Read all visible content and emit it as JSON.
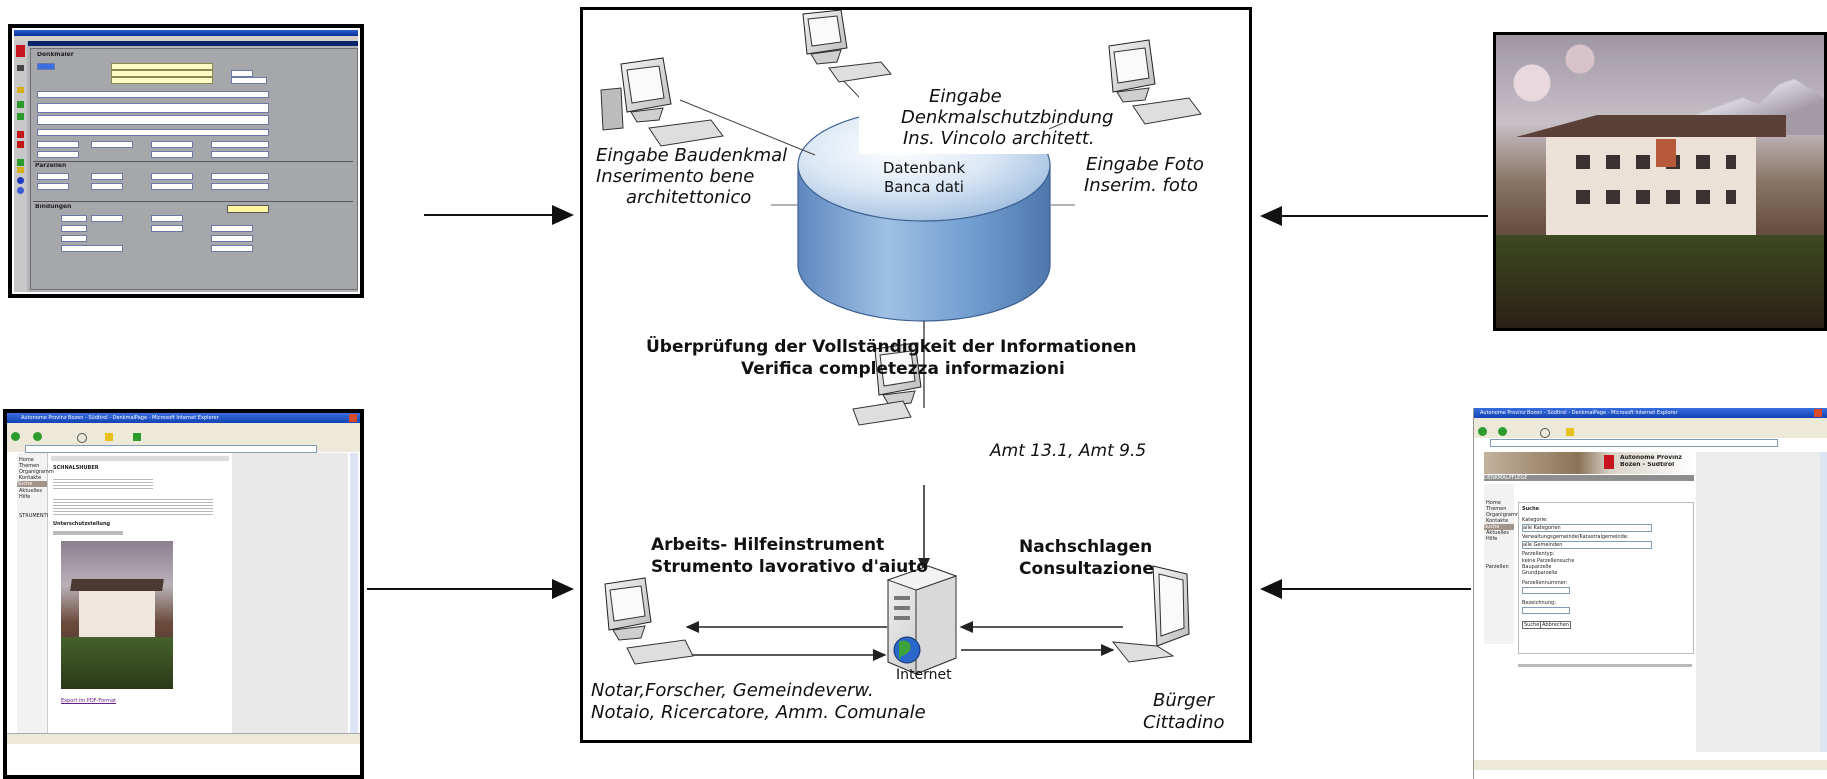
{
  "diagram": {
    "database": {
      "line1": "Datenbank",
      "line2": "Banca dati"
    },
    "inputs": {
      "monument": {
        "line1": "Eingabe Baudenkmal",
        "line2": "Inserimento bene",
        "line3": "architettonico"
      },
      "protection": {
        "line1": "Eingabe",
        "line2": "Denkmalschutzbindung",
        "line3": "Ins. Vincolo architett."
      },
      "photo": {
        "line1": "Eingabe Foto",
        "line2": "Inserim. foto"
      }
    },
    "check": {
      "line1": "Überprüfung der Vollständigkeit der Informationen",
      "line2": "Verifica completezza informazioni"
    },
    "office": "Amt 13.1, Amt 9.5",
    "tool": {
      "line1": "Arbeits- Hilfeinstrument",
      "line2": "Strumento lavorativo d'aiuto"
    },
    "lookup": {
      "line1": "Nachschlagen",
      "line2": "Consultazione"
    },
    "server": "Internet",
    "users_left": {
      "line1": "Notar,Forscher, Gemeindeverw.",
      "line2": "Notaio, Ricercatore, Amm. Comunale"
    },
    "users_right": {
      "line1": "Bürger",
      "line2": "Cittadino"
    }
  },
  "thumb_tl": {
    "title": "Denkmäler",
    "section_parcels": "Parzellen",
    "section_bindings": "Bindungen"
  },
  "thumb_bl": {
    "window_title": "Autonome Provinz Bozen - Südtirol - DenkmalPage - Microsoft Internet Explorer",
    "heading": "SCHNALSHUBER",
    "subheading": "Unterschutzstellung",
    "link": "Export im PDF-Format",
    "sidebar": [
      "Home",
      "Themen",
      "Organigramm",
      "Kontakte",
      "Suche",
      "Aktuelles",
      "Hilfe",
      "STRUMENTI"
    ]
  },
  "thumb_br": {
    "window_title": "Autonome Provinz Bozen - Südtirol - DenkmalPage - Microsoft Internet Explorer",
    "banner_line1": "Autonome Provinz",
    "banner_line2": "Bozen - Südtirol",
    "section": "DENKMALPFLEGE",
    "form_title": "Suche",
    "labels": [
      "Kategorie:",
      "Verwaltungsgemeinde/Katastralgemeinde:",
      "Parzellentyp:",
      "Parzellennummer:",
      "Bezeichnung:"
    ],
    "select_1": "alle Kategorien",
    "select_2": "alle Gemeinden",
    "radios": [
      "keine Parzellensuche",
      "Bauparzelle",
      "Grundparzelle"
    ],
    "buttons": [
      "Suche",
      "Abbrechen"
    ],
    "sidebar": [
      "Home",
      "Themen",
      "Organigramm",
      "Kontakte",
      "Suche",
      "Aktuelles",
      "Hilfe",
      "Parzellen"
    ]
  },
  "colors": {
    "frame": "#000000",
    "db_top": "#dfe9f6",
    "db_side": "#6f9ccf",
    "ui_gray": "#a7a8ab",
    "ui_blue": "#0a246a"
  }
}
